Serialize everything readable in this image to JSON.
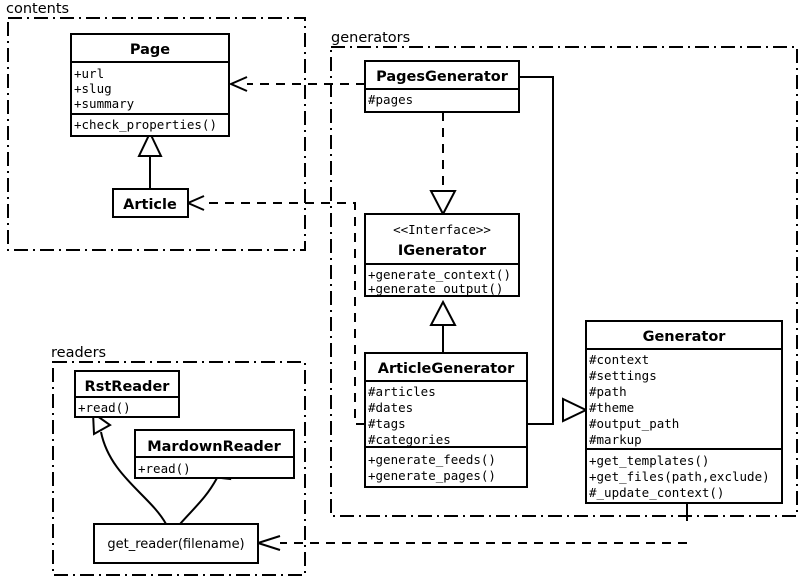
{
  "diagram": {
    "type": "uml-class-diagram",
    "packages": [
      {
        "id": "contents",
        "label": "contents"
      },
      {
        "id": "generators",
        "label": "generators"
      },
      {
        "id": "readers",
        "label": "readers"
      }
    ],
    "classes": [
      {
        "id": "page",
        "name": "Page",
        "stereotype": "",
        "attributes": [
          "+url",
          "+slug",
          "+summary"
        ],
        "methods": [
          "+check_properties()"
        ]
      },
      {
        "id": "article",
        "name": "Article",
        "stereotype": "",
        "attributes": [],
        "methods": []
      },
      {
        "id": "pages_generator",
        "name": "PagesGenerator",
        "stereotype": "",
        "attributes": [
          "#pages"
        ],
        "methods": []
      },
      {
        "id": "igenerator",
        "name": "IGenerator",
        "stereotype": "<<Interface>>",
        "attributes": [],
        "methods": [
          "+generate_context()",
          "+generate_output()"
        ]
      },
      {
        "id": "article_generator",
        "name": "ArticleGenerator",
        "stereotype": "",
        "attributes": [
          "#articles",
          "#dates",
          "#tags",
          "#categories"
        ],
        "methods": [
          "+generate_feeds()",
          "+generate_pages()"
        ]
      },
      {
        "id": "generator",
        "name": "Generator",
        "stereotype": "",
        "attributes": [
          "#context",
          "#settings",
          "#path",
          "#theme",
          "#output_path",
          "#markup"
        ],
        "methods": [
          "+get_templates()",
          "+get_files(path,exclude)",
          "#_update_context()"
        ]
      },
      {
        "id": "rst_reader",
        "name": "RstReader",
        "stereotype": "",
        "attributes": [],
        "methods": [
          "+read()"
        ]
      },
      {
        "id": "mardown_reader",
        "name": "MardownReader",
        "stereotype": "",
        "attributes": [],
        "methods": [
          "+read()"
        ]
      }
    ],
    "functions": [
      {
        "id": "get_reader",
        "label": "get_reader(filename)"
      }
    ],
    "relationships": [
      {
        "from": "article",
        "to": "page",
        "kind": "generalization"
      },
      {
        "from": "pages_generator",
        "to": "igenerator",
        "kind": "realization"
      },
      {
        "from": "article_generator",
        "to": "igenerator",
        "kind": "generalization"
      },
      {
        "from": "pages_generator",
        "to": "generator",
        "kind": "generalization"
      },
      {
        "from": "article_generator",
        "to": "generator",
        "kind": "generalization"
      },
      {
        "from": "pages_generator",
        "to": "page",
        "kind": "dependency"
      },
      {
        "from": "article_generator",
        "to": "article",
        "kind": "dependency"
      },
      {
        "from": "generator",
        "to": "get_reader",
        "kind": "dependency"
      },
      {
        "from": "get_reader",
        "to": "rst_reader",
        "kind": "returns"
      },
      {
        "from": "get_reader",
        "to": "mardown_reader",
        "kind": "returns"
      }
    ],
    "colors": {
      "stroke": "#000000",
      "fill": "#ffffff",
      "background": "#ffffff"
    }
  }
}
